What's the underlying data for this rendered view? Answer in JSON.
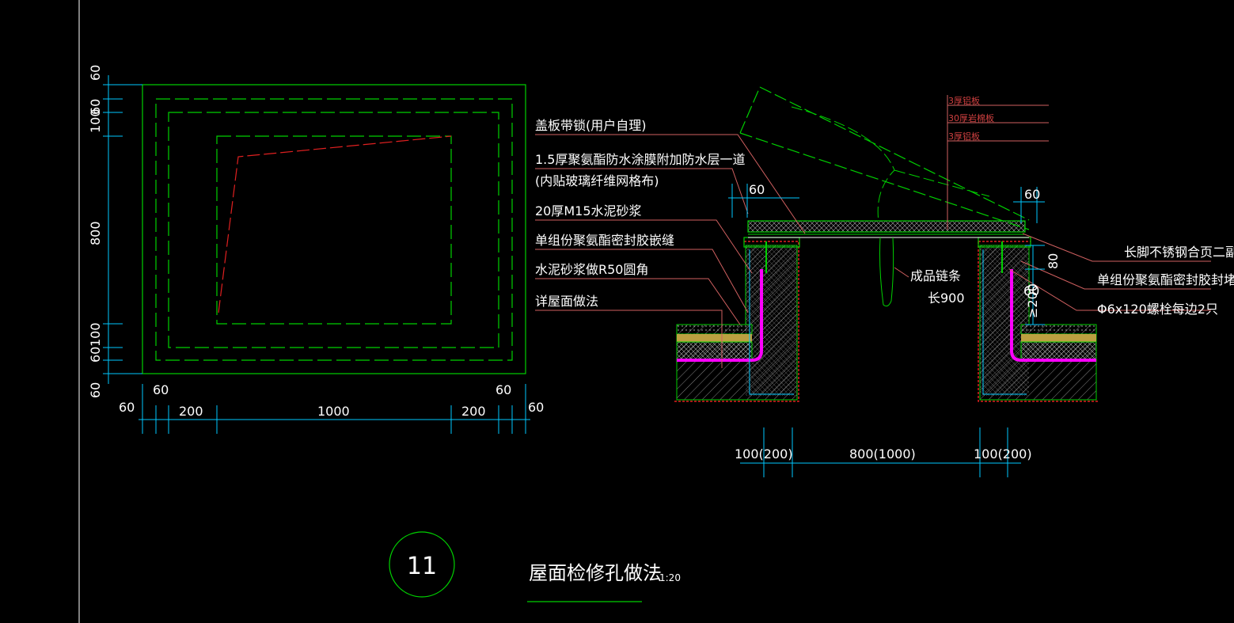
{
  "plan_dims": {
    "left_vertical": [
      "60",
      "100",
      "60",
      "800",
      "100",
      "60",
      "60"
    ],
    "bottom_row1": [
      "60",
      "60"
    ],
    "bottom_row2": [
      "60",
      "200",
      "1000",
      "200",
      "60"
    ]
  },
  "section_labels": [
    "盖板带锁(用户自理)",
    "1.5厚聚氨酯防水涂膜附加防水层一道",
    "(内贴玻璃纤维网格布)",
    "20厚M15水泥砂浆",
    "单组份聚氨酯密封胶嵌缝",
    "水泥砂浆做R50圆角",
    "详屋面做法"
  ],
  "right_labels": [
    "长脚不锈钢合页二副",
    "单组份聚氨酯密封胶封堵",
    "Φ6x120螺栓每边2只"
  ],
  "top_right_notes": [
    "3厚铝板",
    "30厚岩棉板",
    "3厚铝板"
  ],
  "chain_label": "成品链条",
  "chain_length": "长900",
  "section_dims": {
    "left_60": "60",
    "right_60": "60",
    "right_80": "80",
    "right_200": "≥200",
    "right_60b": "60",
    "bottom": [
      "100(200)",
      "800(1000)",
      "100(200)"
    ]
  },
  "detail_number": "11",
  "detail_title": "屋面检修孔做法",
  "detail_scale": "1:20",
  "colors": {
    "green": "#00d000",
    "red": "#e02020",
    "magenta": "#ff00ff",
    "cyan": "#00c8ff",
    "white": "#ffffff",
    "leader": "#d06060"
  }
}
